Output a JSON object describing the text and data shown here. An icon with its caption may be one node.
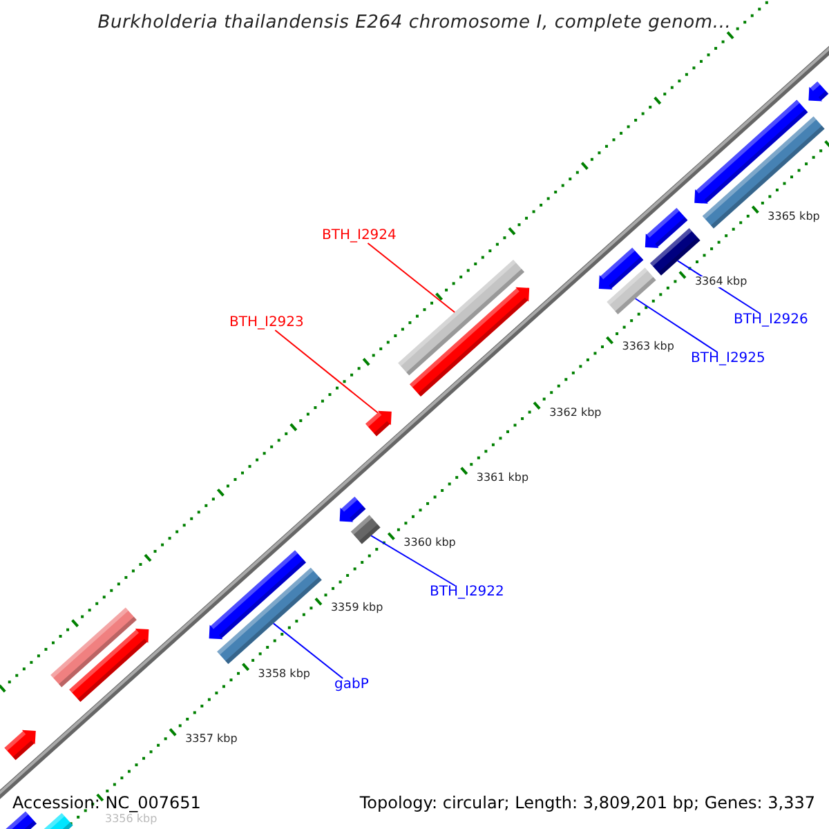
{
  "diagram": {
    "title": "Burkholderia thailandensis E264 chromosome I, complete genom...",
    "nodes": [
      {
        "text": [
          "BTH_I2924"
        ]
      },
      {
        "text": [
          "BTH_I2926"
        ]
      },
      {
        "text": [
          "BTH_I2923"
        ]
      },
      {
        "text": [
          "BTH_I2925"
        ]
      },
      {
        "text": [
          "BTH_I2922"
        ]
      },
      {
        "text": [
          "gabP"
        ]
      },
      {
        "text": [],
        "shape": "arrow"
      },
      {
        "text": [],
        "shape": "bar"
      },
      {
        "text": [],
        "shape": "arrow"
      },
      {
        "text": [],
        "shape": "bar"
      },
      {
        "text": [],
        "shape": "arrow"
      },
      {
        "text": [],
        "shape": "bar"
      },
      {
        "text": [],
        "shape": "arrow"
      },
      {
        "text": [],
        "shape": "arrow"
      },
      {
        "text": [],
        "shape": "bar"
      },
      {
        "text": [],
        "shape": "arrow"
      },
      {
        "text": [],
        "shape": "arrow"
      },
      {
        "text": [],
        "shape": "bar"
      },
      {
        "text": [],
        "shape": "bar"
      },
      {
        "text": [],
        "shape": "arrow"
      },
      {
        "text": [],
        "shape": "bar"
      },
      {
        "text": [],
        "shape": "arrow"
      },
      {
        "text": [],
        "shape": "bar"
      },
      {
        "text": [],
        "shape": "arrow"
      },
      {
        "text": [],
        "shape": "arrow"
      }
    ],
    "edges": [
      {
        "from": 0,
        "to": 17,
        "arrow": "none",
        "color": "#ff0000"
      },
      {
        "from": 1,
        "to": 20,
        "arrow": "none"
      },
      {
        "from": 2,
        "to": 15,
        "arrow": "none",
        "color": "#ff0000"
      },
      {
        "from": 3,
        "to": 18,
        "arrow": "none"
      },
      {
        "from": 4,
        "to": 14,
        "arrow": "none"
      },
      {
        "from": 5,
        "to": 11,
        "arrow": "none"
      }
    ],
    "labels": [
      "3365 kbp",
      "3364 kbp",
      "3363 kbp",
      "3362 kbp",
      "3361 kbp",
      "3360 kbp",
      "3359 kbp",
      "3358 kbp",
      "3357 kbp",
      "Accession: NC_007651",
      "Topology: circular; Length: 3,809,201 bp; Genes: 3,337",
      "3356 kbp"
    ]
  }
}
